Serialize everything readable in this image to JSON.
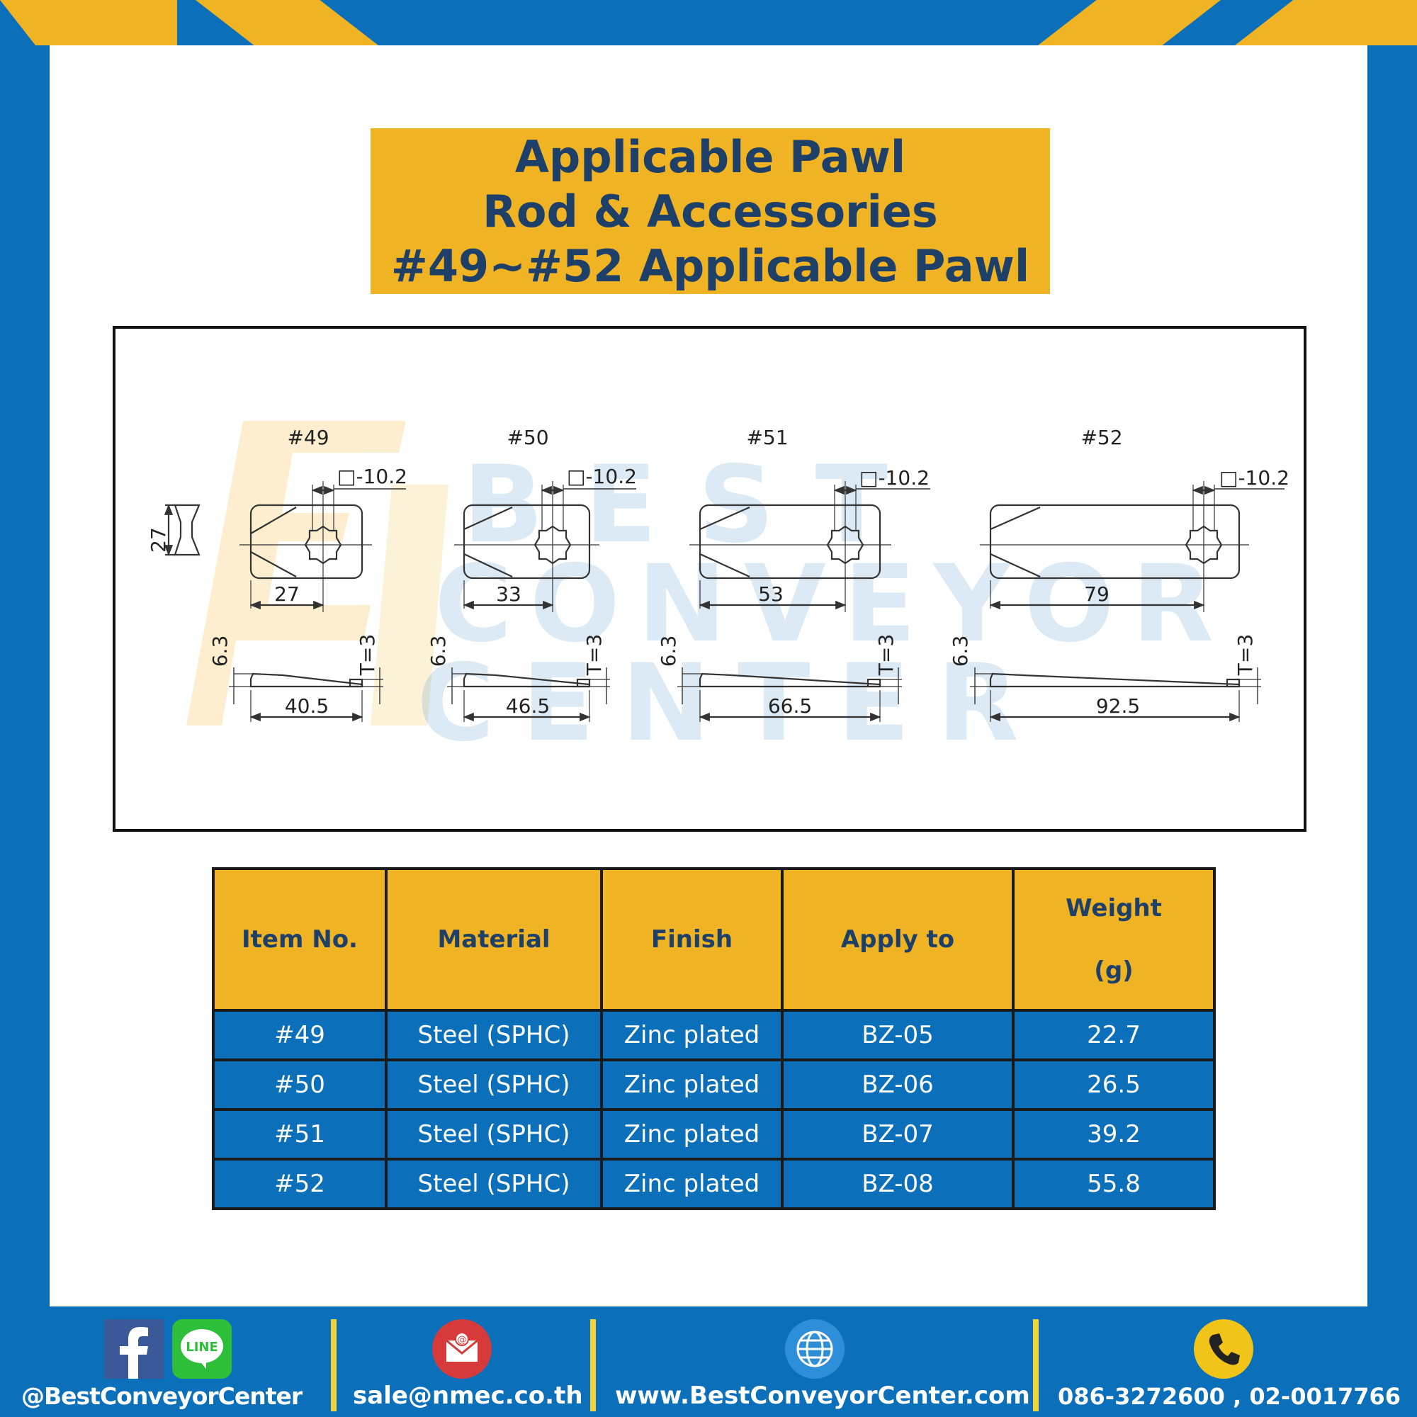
{
  "title": {
    "line1": "Applicable Pawl",
    "line2": "Rod & Accessories",
    "line3": "#49~#52 Applicable Pawl"
  },
  "drawing": {
    "watermark": [
      "BEST",
      "CONVEYOR",
      "CENTER"
    ],
    "parts": [
      {
        "label": "#49",
        "square": "□-10.2",
        "width_dim": "27",
        "height_dim": "27",
        "length_dim": "40.5",
        "rise_dim": "6.3",
        "thickness": "T=3"
      },
      {
        "label": "#50",
        "square": "□-10.2",
        "width_dim": "33",
        "length_dim": "46.5",
        "rise_dim": "6.3",
        "thickness": "T=3"
      },
      {
        "label": "#51",
        "square": "□-10.2",
        "width_dim": "53",
        "length_dim": "66.5",
        "rise_dim": "6.3",
        "thickness": "T=3"
      },
      {
        "label": "#52",
        "square": "□-10.2",
        "width_dim": "79",
        "length_dim": "92.5",
        "rise_dim": "6.3",
        "thickness": "T=3"
      }
    ]
  },
  "table": {
    "headers": [
      "Item No.",
      "Material",
      "Finish",
      "Apply to",
      "Weight",
      "(g)"
    ],
    "rows": [
      [
        "#49",
        "Steel (SPHC)",
        "Zinc plated",
        "BZ-05",
        "22.7"
      ],
      [
        "#50",
        "Steel (SPHC)",
        "Zinc plated",
        "BZ-06",
        "26.5"
      ],
      [
        "#51",
        "Steel (SPHC)",
        "Zinc plated",
        "BZ-07",
        "39.2"
      ],
      [
        "#52",
        "Steel (SPHC)",
        "Zinc plated",
        "BZ-08",
        "55.8"
      ]
    ]
  },
  "footer": {
    "social": "@BestConveyorCenter",
    "line_badge": "LINE",
    "email": "sale@nmec.co.th",
    "website": "www.BestConveyorCenter.com",
    "phone": "086-3272600 , 02-0017766"
  },
  "colors": {
    "blue": "#0b6fba",
    "gold": "#f0b323",
    "navy": "#1d3f68"
  }
}
